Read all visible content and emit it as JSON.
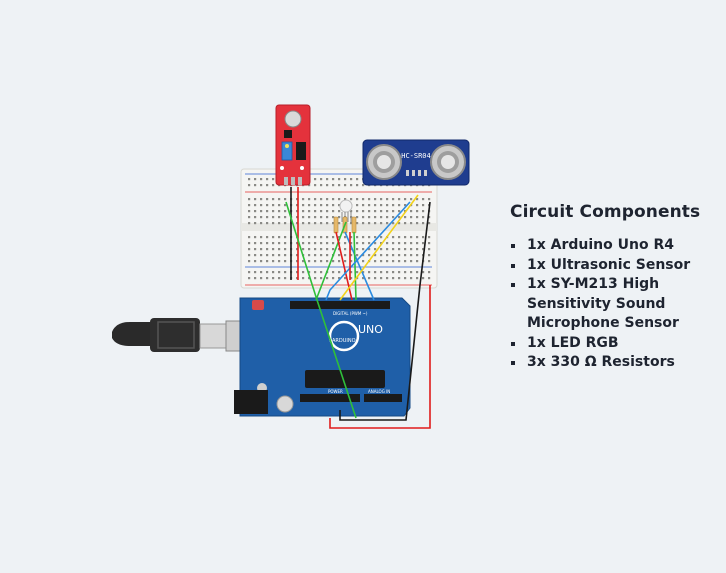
{
  "legend": {
    "title": "Circuit Components",
    "items": [
      "1x Arduino Uno R4",
      "1x Ultrasonic Sensor",
      "1x SY-M213 High Sensitivity Sound Microphone Sensor",
      "1x LED RGB",
      "3x 330 Ω Resistors"
    ]
  },
  "board": {
    "brand": "ARDUINO",
    "model": "UNO",
    "header_label": "DIGITAL (PWM ~)",
    "power_label": "POWER",
    "analog_label": "ANALOG IN"
  },
  "sensor": {
    "label": "HC-SR04"
  },
  "colors": {
    "background": "#eef2f5",
    "board": "#1f5fa8",
    "sensor_pcb": "#1f3d8f",
    "mic_pcb": "#e4323c",
    "wire_red": "#e01b1b",
    "wire_black": "#1a1a1a",
    "wire_green": "#2fbf3a",
    "wire_yellow": "#f2d21a",
    "wire_blue": "#2b8be0"
  }
}
